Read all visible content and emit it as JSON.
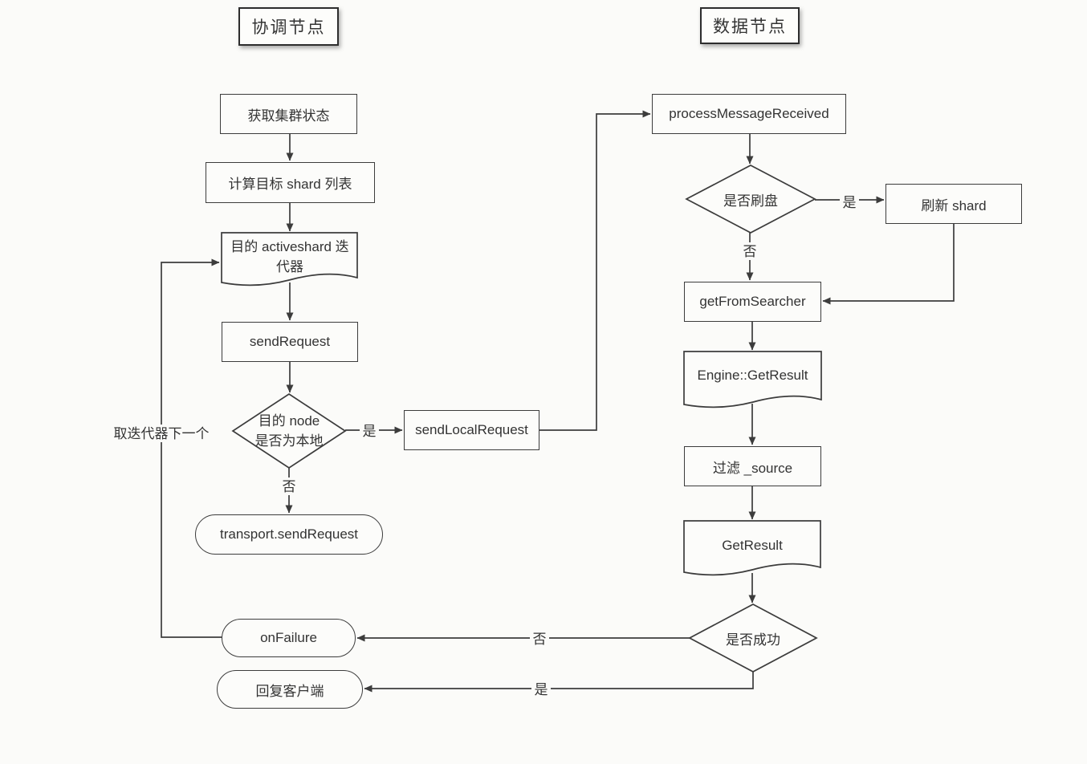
{
  "lanes": {
    "coordinator": {
      "title": "协调节点"
    },
    "data_node": {
      "title": "数据节点"
    }
  },
  "nodes": {
    "get_cluster_state": "获取集群状态",
    "compute_shard_list": "计算目标 shard 列表",
    "activeshard_iterator": "目的  activeshard 迭代器",
    "send_request": "sendRequest",
    "is_node_local": "目的 node\n是否为本地",
    "transport_send_request": "transport.sendRequest",
    "on_failure": "onFailure",
    "reply_client": "回复客户端",
    "send_local_request": "sendLocalRequest",
    "process_message_received": "processMessageReceived",
    "is_flush": "是否刷盘",
    "refresh_shard": "刷新 shard",
    "get_from_searcher": "getFromSearcher",
    "engine_get_result": "Engine::GetResult",
    "filter_source": "过滤 _source",
    "get_result": "GetResult",
    "is_success": "是否成功"
  },
  "edge_labels": {
    "node_local_yes": "是",
    "node_local_no": "否",
    "take_next_iterator": "取迭代器下一个",
    "flush_yes": "是",
    "flush_no": "否",
    "success_no": "否",
    "success_yes": "是"
  },
  "colors": {
    "line": "#3c3c3c",
    "paper": "#fbfbf9",
    "text": "#333333"
  }
}
